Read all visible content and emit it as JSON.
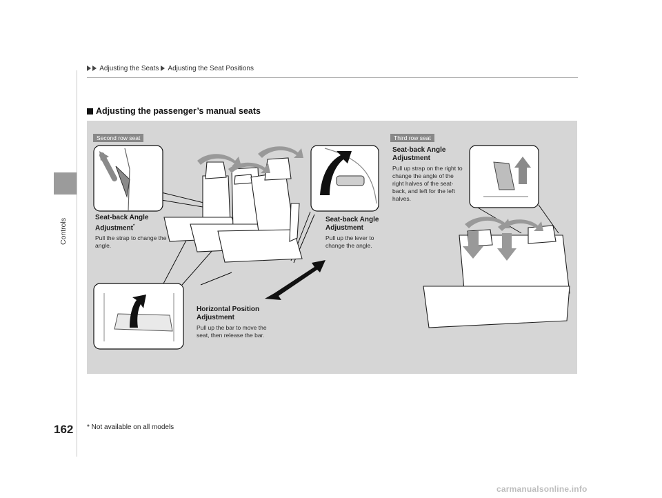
{
  "header": {
    "breadcrumb": [
      "Adjusting the Seats",
      "Adjusting the Seat Positions"
    ]
  },
  "side_tab": {
    "label": "Controls"
  },
  "section": {
    "title": "Adjusting the passenger’s manual seats"
  },
  "figure": {
    "second_row_tag": "Second row seat",
    "third_row_tag": "Third row seat",
    "callouts": {
      "seatback_2nd_strap": {
        "title": "Seat-back Angle Adjustment",
        "asterisk": "*",
        "text": "Pull the strap to change the angle."
      },
      "seatback_2nd_lever": {
        "title": "Seat-back Angle Adjustment",
        "text": "Pull up the lever to change the angle."
      },
      "horizontal": {
        "title": "Horizontal Position Adjustment",
        "text": "Pull up the bar to move the seat, then release the bar."
      },
      "seatback_3rd": {
        "title": "Seat-back Angle Adjustment",
        "text": "Pull up strap on the right to change the angle of the right halves of the seat-back, and left for the left halves."
      }
    }
  },
  "page_number": "162",
  "footnote": "* Not available on all models",
  "watermark": "carmanualsonline.info"
}
